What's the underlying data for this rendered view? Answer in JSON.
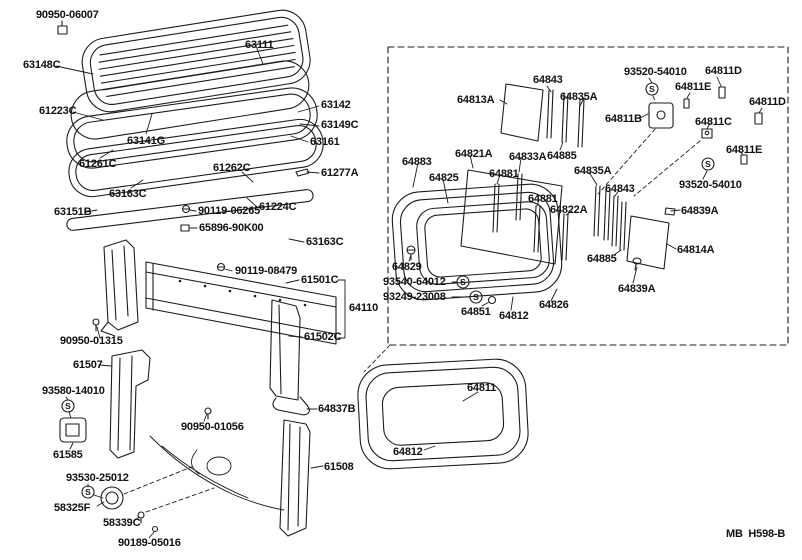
{
  "diagram": {
    "screw_symbol": "S",
    "footer_code": "MB  H598-B",
    "labels": {
      "p90950_06007": "90950-06007",
      "p63111": "63111",
      "p63148C": "63148C",
      "p61223C": "61223C",
      "p63141G": "63141G",
      "p63142": "63142",
      "p63149C": "63149C",
      "p63161": "63161",
      "p61261C": "61261C",
      "p61262C": "61262C",
      "p61277A": "61277A",
      "p63163C_a": "63163C",
      "p90119_06265": "90119-06265",
      "p61224C": "61224C",
      "p63151B": "63151B",
      "p65896_90K00": "65896-90K00",
      "p63163C_b": "63163C",
      "p90119_08479": "90119-08479",
      "p61501C": "61501C",
      "p64110": "64110",
      "p61502C": "61502C",
      "p90950_01315": "90950-01315",
      "p61507": "61507",
      "p93580_14010": "93580-14010",
      "p61585": "61585",
      "p90950_01056": "90950-01056",
      "p64837B": "64837B",
      "p93530_25012": "93530-25012",
      "p58325F": "58325F",
      "p58339C": "58339C",
      "p90189_05016": "90189-05016",
      "p61508": "61508",
      "p64813A": "64813A",
      "p64843_a": "64843",
      "p64835A_a": "64835A",
      "p93520_54010_a": "93520-54010",
      "p64811D_a": "64811D",
      "p64811E_a": "64811E",
      "p64811B": "64811B",
      "p64811C": "64811C",
      "p64811D_b": "64811D",
      "p64811E_b": "64811E",
      "p93520_54010_b": "93520-54010",
      "p64883": "64883",
      "p64821A": "64821A",
      "p64833A": "64833A",
      "p64825": "64825",
      "p64881_a": "64881",
      "p64885_a": "64885",
      "p64835A_b": "64835A",
      "p64843_b": "64843",
      "p64881_b": "64881",
      "p64822A": "64822A",
      "p64839A_a": "64839A",
      "p64829": "64829",
      "p93540_64012": "93540-64012",
      "p93249_23008": "93249-23008",
      "p64851": "64851",
      "p64812_a": "64812",
      "p64826": "64826",
      "p64885_b": "64885",
      "p64814A": "64814A",
      "p64839A_b": "64839A",
      "p64811": "64811",
      "p64812_b": "64812"
    }
  }
}
